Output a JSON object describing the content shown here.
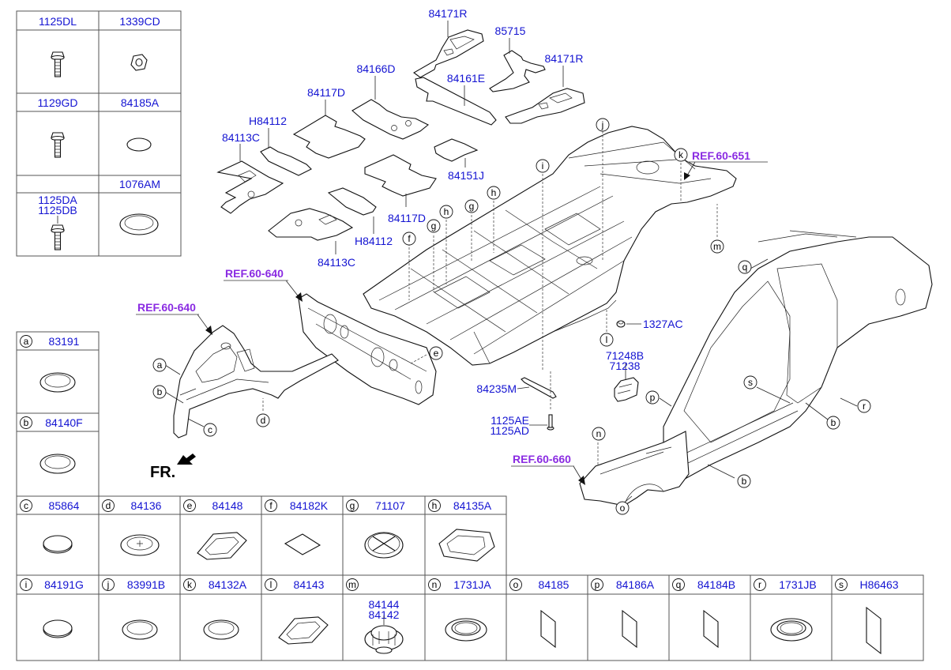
{
  "diagram": {
    "type": "parts-catalog-exploded-view",
    "colors": {
      "part_number": "#1414d2",
      "reference": "#8a2be2",
      "line": "#111111"
    },
    "orientation_label": "FR.",
    "fastener_table": [
      {
        "id": "1125DL",
        "label": "1125DL",
        "icon": "bolt-icon"
      },
      {
        "id": "1339CD",
        "label": "1339CD",
        "icon": "nut-icon"
      },
      {
        "id": "1129GD",
        "label": "1129GD",
        "icon": "bolt-icon"
      },
      {
        "id": "84185A",
        "label": "84185A",
        "icon": "oval-pad-icon"
      },
      {
        "id": "1125DA",
        "label": "1125DA",
        "label2": "1125DB",
        "icon": "bolt-icon"
      },
      {
        "id": "1076AM",
        "label": "1076AM",
        "icon": "plug-icon"
      }
    ],
    "plug_table": [
      {
        "letter": "a",
        "part": "83191",
        "icon": "plug-icon"
      },
      {
        "letter": "b",
        "part": "84140F",
        "icon": "plug-icon"
      },
      {
        "letter": "c",
        "part": "85864",
        "icon": "disc-icon"
      },
      {
        "letter": "d",
        "part": "84136",
        "icon": "grommet-icon"
      },
      {
        "letter": "e",
        "part": "84148",
        "icon": "oval-grommet-icon"
      },
      {
        "letter": "f",
        "part": "84182K",
        "icon": "square-pad-icon"
      },
      {
        "letter": "g",
        "part": "71107",
        "icon": "cross-plug-icon"
      },
      {
        "letter": "h",
        "part": "84135A",
        "icon": "rect-grommet-icon"
      },
      {
        "letter": "i",
        "part": "84191G",
        "icon": "disc-icon"
      },
      {
        "letter": "j",
        "part": "83991B",
        "icon": "plug-icon"
      },
      {
        "letter": "k",
        "part": "84132A",
        "icon": "plug-icon"
      },
      {
        "letter": "l",
        "part": "84143",
        "icon": "oval-grommet-icon"
      },
      {
        "letter": "m",
        "part": "",
        "parts": [
          "84144",
          "84142"
        ],
        "icon": "clip-icon"
      },
      {
        "letter": "n",
        "part": "1731JA",
        "icon": "ring-grommet-icon"
      },
      {
        "letter": "o",
        "part": "84185",
        "icon": "pad-icon"
      },
      {
        "letter": "p",
        "part": "84186A",
        "icon": "pad-icon"
      },
      {
        "letter": "q",
        "part": "84184B",
        "icon": "pad-icon"
      },
      {
        "letter": "r",
        "part": "1731JB",
        "icon": "ring-grommet-icon"
      },
      {
        "letter": "s",
        "part": "H86463",
        "icon": "tall-pad-icon"
      }
    ],
    "callouts": {
      "p84171R_a": "84171R",
      "p85715": "85715",
      "p84171R_b": "84171R",
      "p84166D": "84166D",
      "p84161E": "84161E",
      "p84117D_a": "84117D",
      "pH84112_a": "H84112",
      "p84113C_a": "84113C",
      "p84151J": "84151J",
      "p84117D_b": "84117D",
      "pH84112_b": "H84112",
      "p84113C_b": "84113C",
      "p1327AC": "1327AC",
      "p71248B": "71248B",
      "p71238": "71238",
      "p84235M": "84235M",
      "p1125AE": "1125AE",
      "p1125AD": "1125AD"
    },
    "references": {
      "ref_651": "REF.60-651",
      "ref_640_dash": "REF.60-640",
      "ref_640_front": "REF.60-640",
      "ref_660": "REF.60-660"
    },
    "letter_markers": {
      "a": "a",
      "b": "b",
      "c": "c",
      "d": "d",
      "e": "e",
      "f": "f",
      "g": "g",
      "h": "h",
      "i": "i",
      "j": "j",
      "k": "k",
      "l": "l",
      "m": "m",
      "n": "n",
      "o": "o",
      "p": "p",
      "q": "q",
      "r": "r",
      "s": "s"
    }
  }
}
